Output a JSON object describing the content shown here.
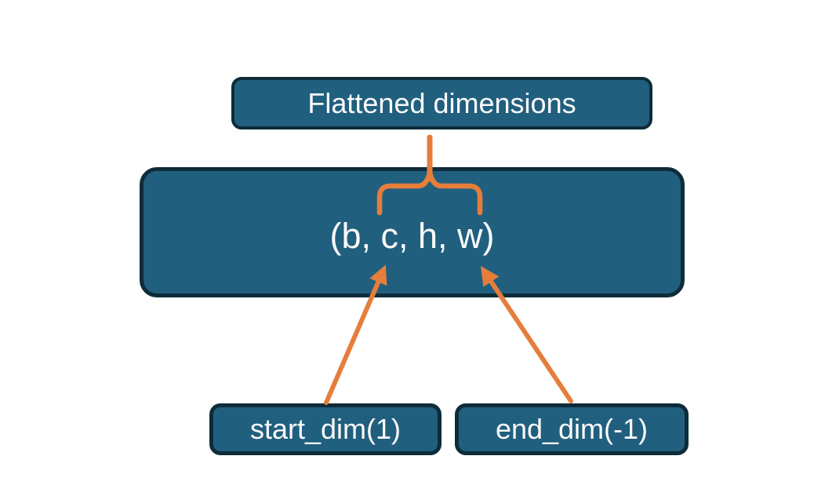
{
  "diagram": {
    "title_node": {
      "label": "Flattened dimensions"
    },
    "tensor_node": {
      "label": "(b, c, h, w)"
    },
    "start_dim_node": {
      "label": "start_dim(1)"
    },
    "end_dim_node": {
      "label": "end_dim(-1)"
    },
    "relations": {
      "brace": "groups dimensions c, h, w of tensor as the flattened dimensions",
      "start_dim_arrow": "start_dim(1) points to dimension c",
      "end_dim_arrow": "end_dim(-1) points to dimension w"
    }
  },
  "colors": {
    "node_fill": "#215f7e",
    "node_border": "#0e2c3a",
    "connector": "#e67e3b",
    "node_text": "#fafafa",
    "background": "#ffffff"
  }
}
